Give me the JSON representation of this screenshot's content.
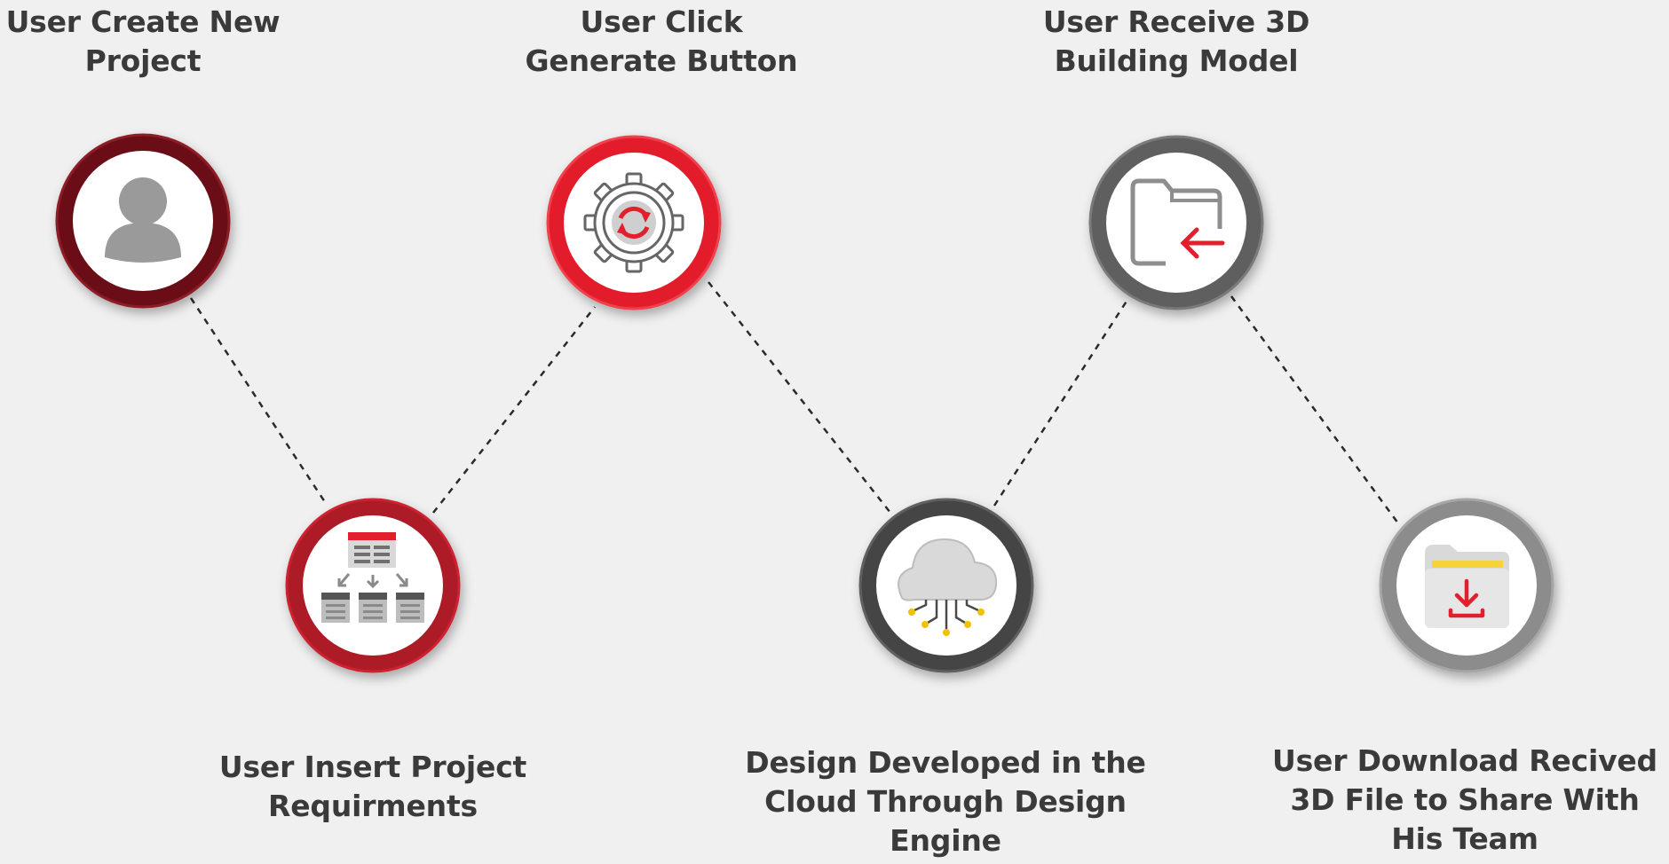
{
  "colors": {
    "background": "#f0f0f0",
    "connector": "#2a2a2a",
    "icon_gray": "#9a9a9a",
    "accent_red": "#e21f2c"
  },
  "steps": [
    {
      "label": "User Create New\nProject",
      "icon": "user-icon",
      "ring_color": "#6b1119",
      "ring_highlight": "#8e1f28"
    },
    {
      "label": "User Insert Project\nRequirments",
      "icon": "hierarchy-icon",
      "ring_color": "#ad1a26",
      "ring_highlight": "#cc2431"
    },
    {
      "label": "User Click\nGenerate Button",
      "icon": "gear-refresh-icon",
      "ring_color": "#e21f2c",
      "ring_highlight": "#f0414c"
    },
    {
      "label": "Design Developed in the\nCloud Through Design\nEngine",
      "icon": "cloud-icon",
      "ring_color": "#454545",
      "ring_highlight": "#606060"
    },
    {
      "label": "User Receive 3D\nBuilding Model",
      "icon": "folder-receive-icon",
      "ring_color": "#5e5e5e",
      "ring_highlight": "#7a7a7a"
    },
    {
      "label": "User Download Recived\n3D File to Share With\nHis Team",
      "icon": "folder-download-icon",
      "ring_color": "#8c8c8c",
      "ring_highlight": "#a6a6a6"
    }
  ]
}
